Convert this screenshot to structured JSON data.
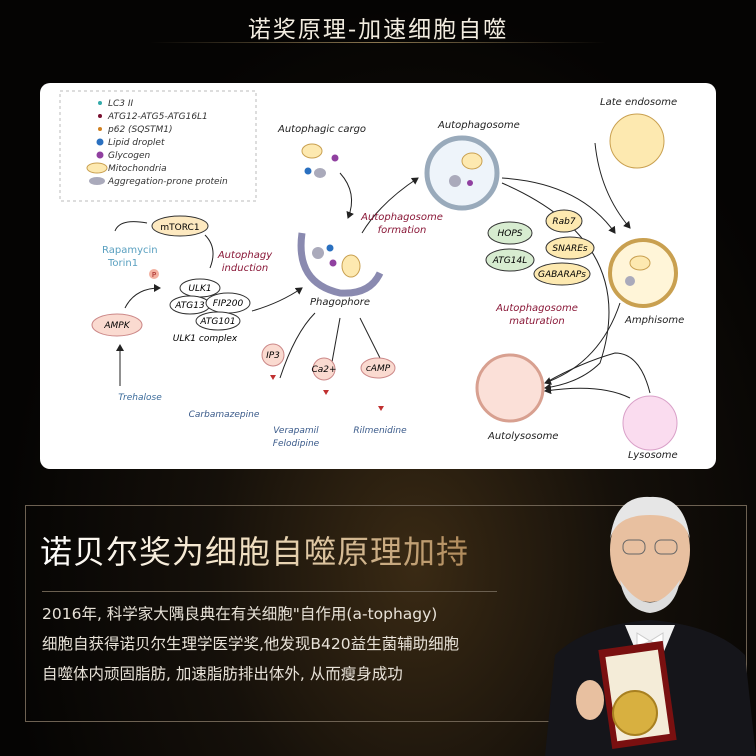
{
  "header": {
    "title": "诺奖原理-加速细胞自噬"
  },
  "diagram": {
    "legend": [
      "LC3 II",
      "ATG12-ATG5-ATG16L1",
      "p62 (SQSTM1)",
      "Lipid droplet",
      "Glycogen",
      "Mitochondria",
      "Aggregation-prone protein"
    ],
    "labels": {
      "autophagic_cargo": "Autophagic cargo",
      "autophagosome": "Autophagosome",
      "late_endosome": "Late endosome",
      "mtorc1": "mTORC1",
      "rapamycin": "Rapamycin",
      "torin1": "Torin1",
      "p": "P",
      "autophagy_induction_1": "Autophagy",
      "autophagy_induction_2": "induction",
      "autophagosome_formation_1": "Autophagosome",
      "autophagosome_formation_2": "formation",
      "ulk1": "ULK1",
      "atg13": "ATG13",
      "fip200": "FIP200",
      "atg101": "ATG101",
      "ulk1_complex": "ULK1 complex",
      "ampk": "AMPK",
      "trehalose": "Trehalose",
      "phagophore": "Phagophore",
      "ip3": "IP3",
      "ca": "Ca2+",
      "camp": "cAMP",
      "carbamazepine": "Carbamazepine",
      "verapamil": "Verapamil",
      "felodipine": "Felodipine",
      "rilmenidine": "Rilmenidine",
      "hops": "HOPS",
      "rab7": "Rab7",
      "snares": "SNAREs",
      "atg14l": "ATG14L",
      "gabaraps": "GABARAPs",
      "maturation_1": "Autophagosome",
      "maturation_2": "maturation",
      "amphisome": "Amphisome",
      "autolysosome": "Autolysosome",
      "lysosome": "Lysosome"
    }
  },
  "panel": {
    "title": "诺贝尔奖为细胞自噬原理加持",
    "lines": [
      "2016年, 科学家大隅良典在有关细胞\"自作用(a-tophagy)",
      "细胞自获得诺贝尔生理学医学奖,他发现B420益生菌辅助细胞",
      "自噬体内顽固脂肪, 加速脂肪排出体外, 从而瘦身成功"
    ]
  }
}
